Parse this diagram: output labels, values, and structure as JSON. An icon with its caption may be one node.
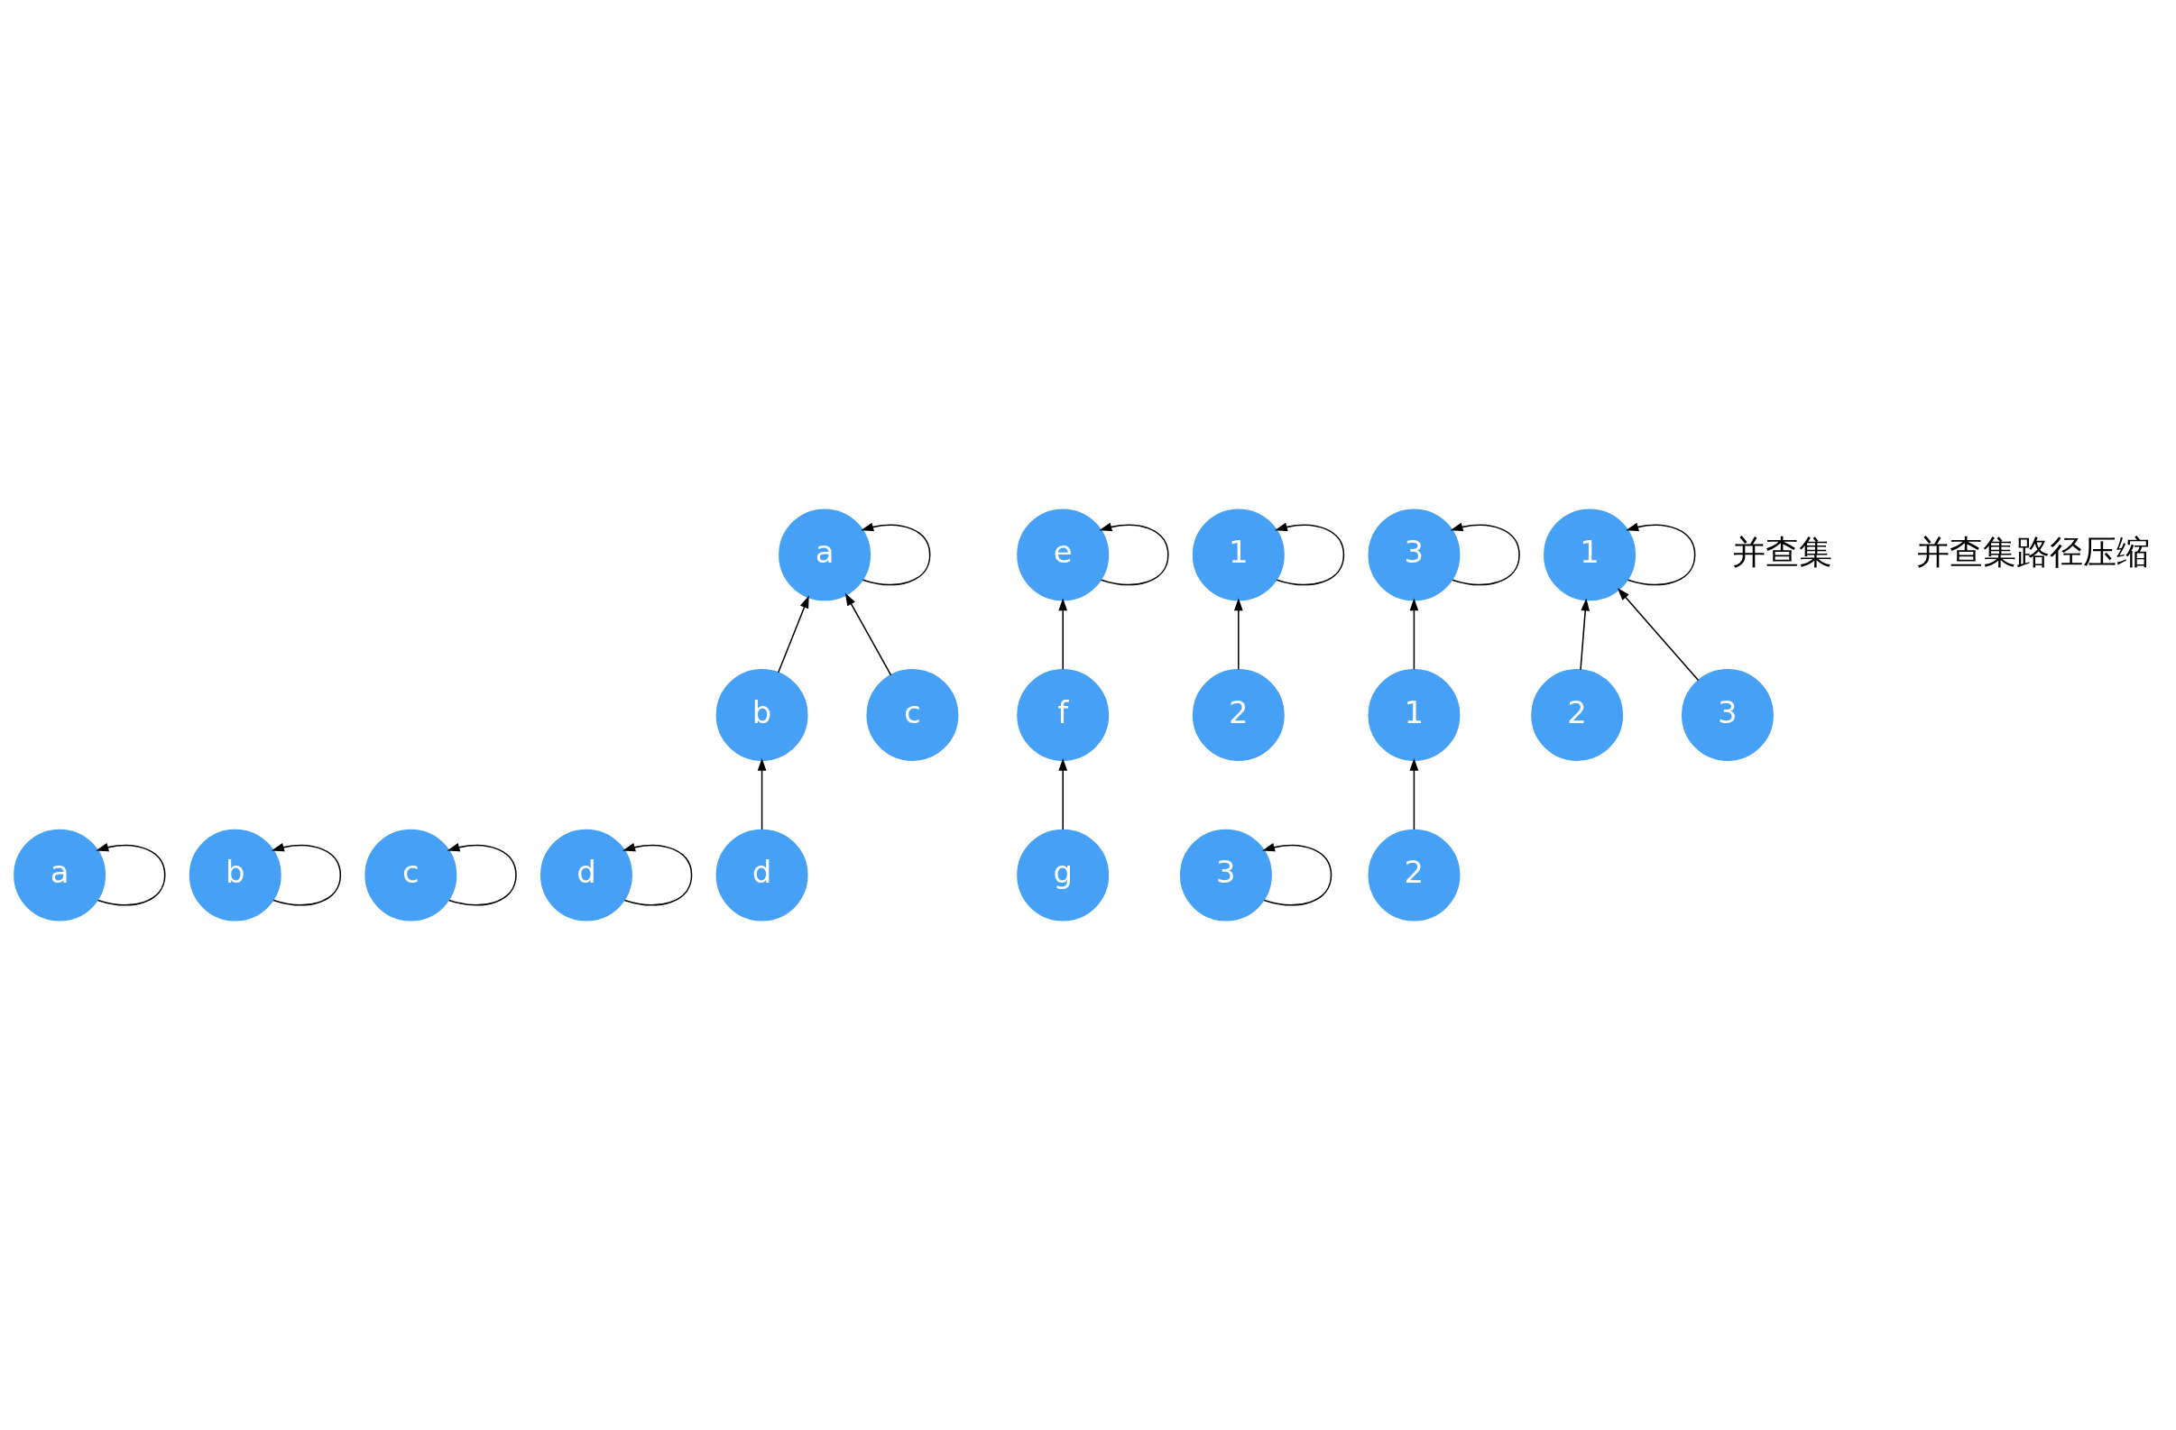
{
  "diagram": {
    "nodes": [
      {
        "text": [
          "a"
        ]
      },
      {
        "text": [
          "b"
        ]
      },
      {
        "text": [
          "c"
        ]
      },
      {
        "text": [
          "d"
        ]
      },
      {
        "text": [
          "a"
        ]
      },
      {
        "text": [
          "b"
        ]
      },
      {
        "text": [
          "c"
        ]
      },
      {
        "text": [
          "d"
        ]
      },
      {
        "text": [
          "e"
        ]
      },
      {
        "text": [
          "f"
        ]
      },
      {
        "text": [
          "g"
        ]
      },
      {
        "text": [
          "1"
        ]
      },
      {
        "text": [
          "3"
        ]
      },
      {
        "text": [
          "2"
        ]
      },
      {
        "text": [
          "3"
        ]
      },
      {
        "text": [
          "1"
        ]
      },
      {
        "text": [
          "2"
        ]
      },
      {
        "text": [
          "1"
        ]
      },
      {
        "text": [
          "2"
        ]
      },
      {
        "text": [
          "3"
        ]
      }
    ],
    "edges": [
      {
        "from": 0,
        "to": 0,
        "arrow": "to"
      },
      {
        "from": 1,
        "to": 1,
        "arrow": "to"
      },
      {
        "from": 2,
        "to": 2,
        "arrow": "to"
      },
      {
        "from": 3,
        "to": 3,
        "arrow": "to"
      },
      {
        "from": 4,
        "to": 4,
        "arrow": "to"
      },
      {
        "from": 5,
        "to": 4,
        "arrow": "to"
      },
      {
        "from": 6,
        "to": 4,
        "arrow": "to"
      },
      {
        "from": 7,
        "to": 5,
        "arrow": "to"
      },
      {
        "from": 8,
        "to": 8,
        "arrow": "to"
      },
      {
        "from": 9,
        "to": 8,
        "arrow": "to"
      },
      {
        "from": 10,
        "to": 9,
        "arrow": "to"
      },
      {
        "from": 11,
        "to": 11,
        "arrow": "to"
      },
      {
        "from": 12,
        "to": 12,
        "arrow": "to"
      },
      {
        "from": 13,
        "to": 11,
        "arrow": "to"
      },
      {
        "from": 14,
        "to": 14,
        "arrow": "to"
      },
      {
        "from": 15,
        "to": 14,
        "arrow": "to"
      },
      {
        "from": 16,
        "to": 15,
        "arrow": "to"
      },
      {
        "from": 17,
        "to": 17,
        "arrow": "to"
      },
      {
        "from": 18,
        "to": 17,
        "arrow": "to"
      },
      {
        "from": 19,
        "to": 17,
        "arrow": "to"
      }
    ],
    "labels": [
      "并查集",
      "并查集路径压缩"
    ]
  }
}
